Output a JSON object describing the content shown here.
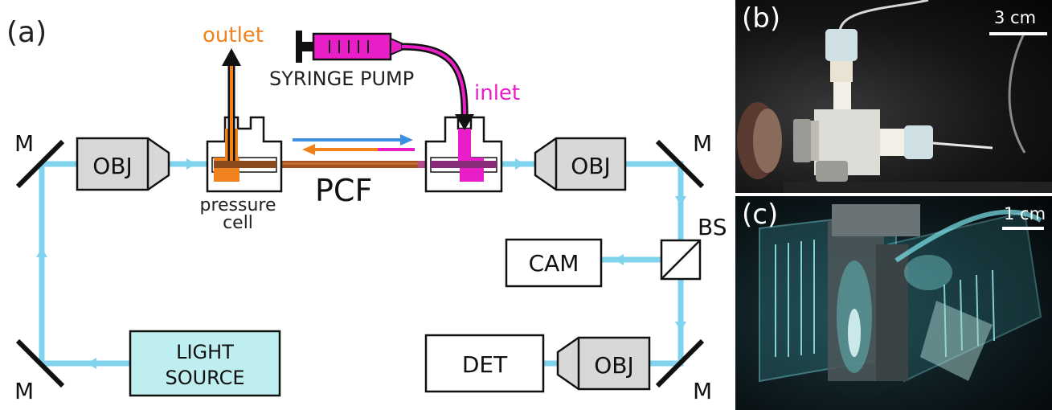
{
  "panels": {
    "a": "(a)",
    "b": "(b)",
    "c": "(c)"
  },
  "labels": {
    "outlet": "outlet",
    "syringe_pump": "SYRINGE PUMP",
    "inlet": "inlet",
    "pressure": "pressure",
    "cell": "cell",
    "pcf": "PCF",
    "obj": "OBJ",
    "mirror": "M",
    "bs": "BS",
    "cam": "CAM",
    "det": "DET",
    "light_line1": "LIGHT",
    "light_line2": "SOURCE"
  },
  "scale_bars": {
    "b": "3 cm",
    "c": "1 cm"
  },
  "colors": {
    "beam": "#7fd3ec",
    "orange": "#f0821e",
    "magenta": "#e91ec8",
    "arrow_blue": "#3d8fe0",
    "light_source_fill": "#bfeef0",
    "obj_fill": "#d8d8d8"
  }
}
